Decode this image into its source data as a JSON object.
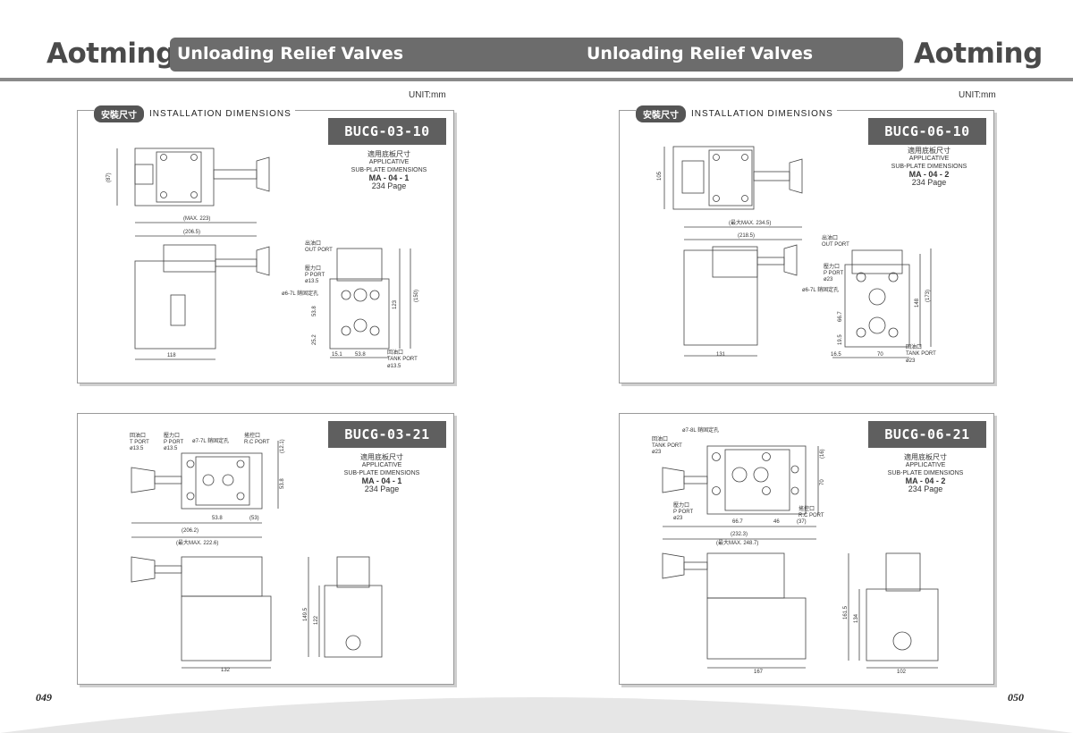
{
  "header": {
    "brand": "Aotming",
    "title_left": "Unloading Relief Valves",
    "title_right": "Unloading Relief Valves"
  },
  "unit": "UNIT:mm",
  "install": {
    "badge": "安裝尺寸",
    "text": "INSTALLATION DIMENSIONS"
  },
  "port_labels": {
    "out_cn": "出油口",
    "out_en": "OUT PORT",
    "p_cn": "壓力口",
    "p_en": "P PORT",
    "tank_cn": "回油口",
    "tank_en": "TANK PORT",
    "t_en": "T PORT",
    "rc_cn": "搖控口",
    "rc_en": "R.C PORT"
  },
  "panels": [
    {
      "model": "BUCG-03-10",
      "sub_cn": "適用底板尺寸",
      "sub_en1": "APPLICATIVE",
      "sub_en2": "SUB-PLATE DIMENSIONS",
      "sub_code": "MA - 04 - 1",
      "sub_page": "234 Page",
      "dims": {
        "d87": "(87)",
        "max": "(MAX. 223)",
        "d206": "(206.5)",
        "d118": "118",
        "d150": "(150)",
        "d123": "123",
        "d53v": "53.8",
        "d252": "25.2",
        "d151": "15.1",
        "d53h": "53.8",
        "bolt": "ø6-7L 銷固定孔",
        "p_dia": "ø13.5",
        "t_dia": "ø13.5"
      }
    },
    {
      "model": "BUCG-06-10",
      "sub_cn": "適用底板尺寸",
      "sub_en1": "APPLICATIVE",
      "sub_en2": "SUB-PLATE DIMENSIONS",
      "sub_code": "MA - 04 - 2",
      "sub_page": "234 Page",
      "dims": {
        "d105": "105",
        "max": "(最大MAX. 234.5)",
        "d218": "(218.5)",
        "d131": "131",
        "d173": "(173)",
        "d148": "148",
        "d667": "66.7",
        "d195": "19.5",
        "d165": "16.5",
        "d70": "70",
        "bolt": "ø6-7L 銷固定孔",
        "p_dia": "ø23",
        "t_dia": "ø23"
      }
    },
    {
      "model": "BUCG-03-21",
      "sub_cn": "適用底板尺寸",
      "sub_en1": "APPLICATIVE",
      "sub_en2": "SUB-PLATE DIMENSIONS",
      "sub_code": "MA - 04 - 1",
      "sub_page": "234 Page",
      "dims": {
        "t_dia": "ø13.5",
        "p_dia": "ø13.5",
        "bolt": "ø7-7L 銷固定孔",
        "d121": "(12.1)",
        "d53v": "53.8",
        "d53h": "53.8",
        "d53p": "(53)",
        "d2062": "(206.2)",
        "max": "(最大MAX. 222.6)",
        "d1495": "149.5",
        "d122": "122",
        "d132": "132"
      }
    },
    {
      "model": "BUCG-06-21",
      "sub_cn": "適用底板尺寸",
      "sub_en1": "APPLICATIVE",
      "sub_en2": "SUB-PLATE DIMENSIONS",
      "sub_code": "MA - 04 - 2",
      "sub_page": "234 Page",
      "dims": {
        "bolt": "ø7-8L 銷固定孔",
        "t_dia": "ø23",
        "p_dia": "ø23",
        "d16": "(16)",
        "d70": "70",
        "d667": "66.7",
        "d46": "46",
        "d37": "(37)",
        "d2323": "(232.3)",
        "max": "(最大MAX. 248.7)",
        "d1615": "161.5",
        "d134": "134",
        "d167": "167",
        "d102": "102"
      }
    }
  ],
  "pages": {
    "left": "049",
    "right": "050"
  },
  "colors": {
    "title_bar": "#6c6c6c",
    "model_tab": "#5f5f5f",
    "logo": "#4a4a4a"
  }
}
